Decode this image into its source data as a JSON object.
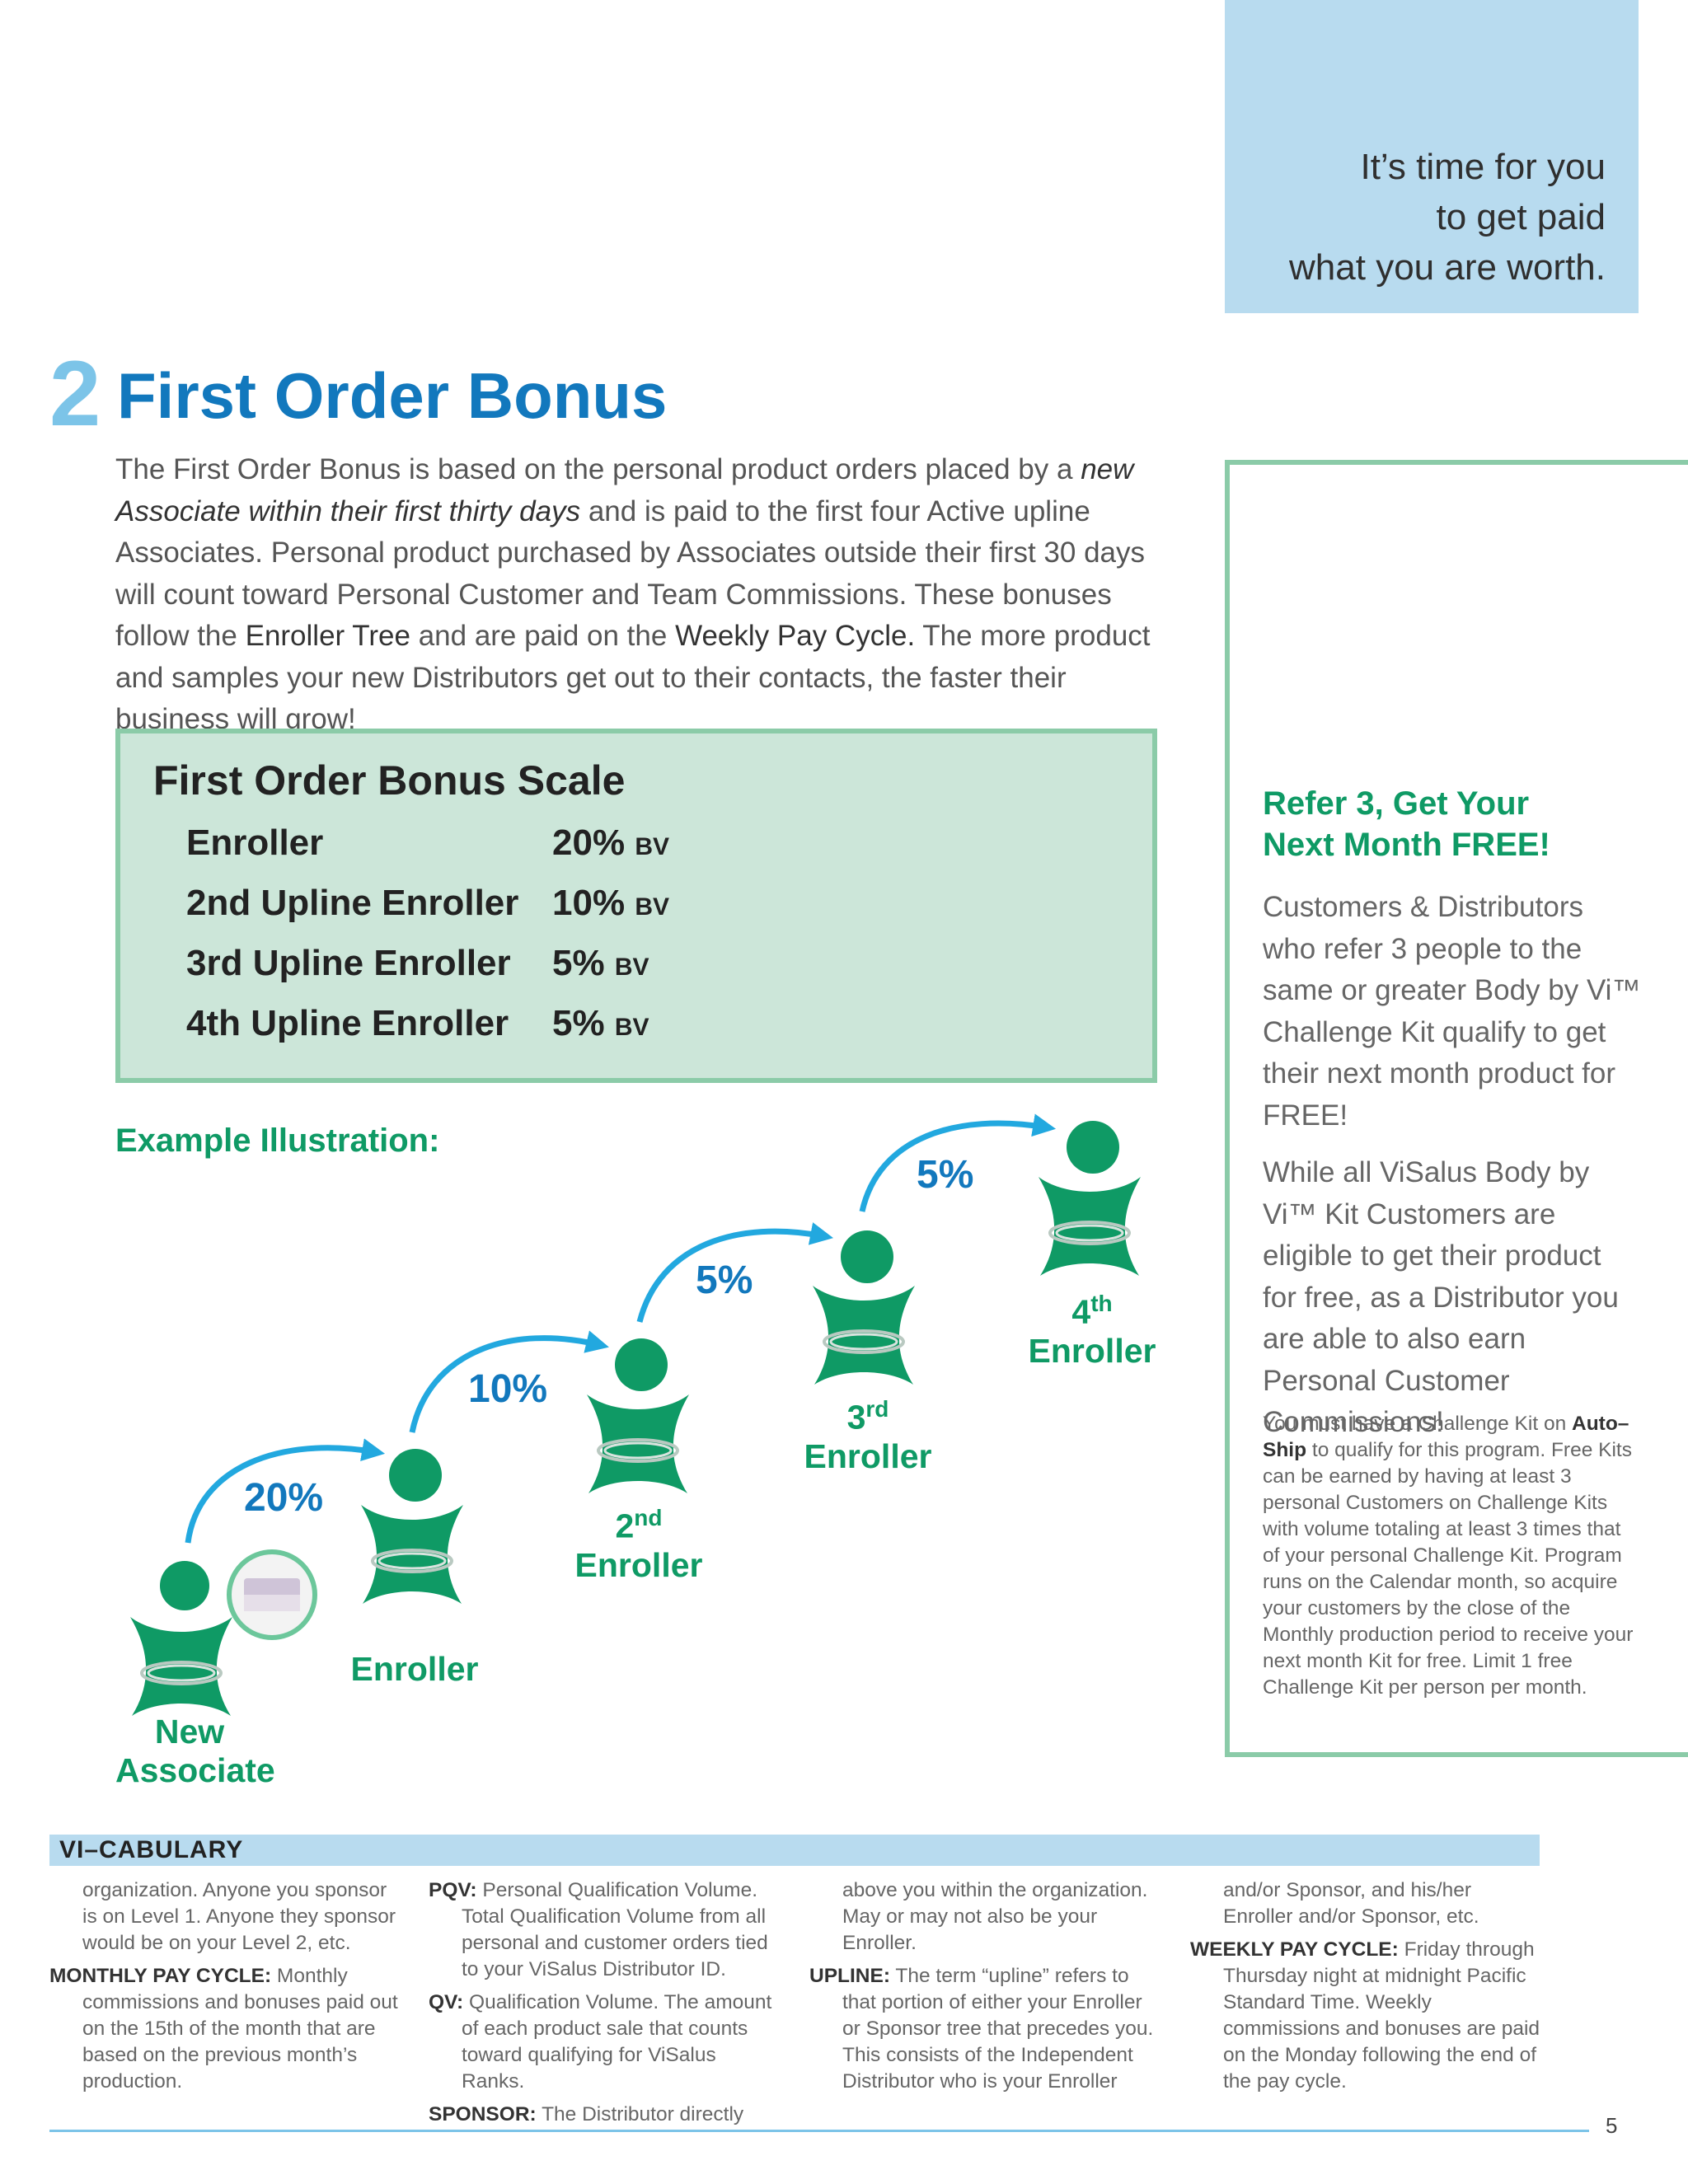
{
  "tagline": {
    "line1": "It’s time for you",
    "line2": "to get paid",
    "line3": "what you are worth."
  },
  "section": {
    "number": "2",
    "title": "First Order Bonus",
    "intro": {
      "t1": "The First Order Bonus is based on the personal product orders placed by a ",
      "t2": "new Associate within their first thirty days",
      "t3": " and is paid to the first four Active upline Associates. Personal product purchased by Associates outside their first 30 days will count toward Personal Customer and Team Commissions. These bonuses follow the ",
      "t4": "Enroller Tree",
      "t5": " and are paid on the ",
      "t6": "Weekly Pay Cycle.",
      "t7": " The more product and samples your new Distributors get out to their contacts, the faster their business will grow!"
    }
  },
  "scale": {
    "title": "First Order Bonus Scale",
    "unit": "BV",
    "rows": [
      {
        "label": "Enroller",
        "value": "20%"
      },
      {
        "label": "2nd Upline Enroller",
        "value": "10%"
      },
      {
        "label": "3rd Upline Enroller",
        "value": "5%"
      },
      {
        "label": "4th Upline Enroller",
        "value": "5%"
      }
    ]
  },
  "illustration": {
    "heading": "Example Illustration:",
    "percents": [
      "20%",
      "10%",
      "5%",
      "5%"
    ],
    "new_associate": {
      "line1": "New",
      "line2": "Associate"
    },
    "enroller": "Enroller",
    "second": {
      "num": "2",
      "sup": "nd",
      "word": "Enroller"
    },
    "third": {
      "num": "3",
      "sup": "rd",
      "word": "Enroller"
    },
    "fourth": {
      "num": "4",
      "sup": "th",
      "word": "Enroller"
    }
  },
  "refer": {
    "title_line1": "Refer 3, Get Your",
    "title_line2": "Next Month FREE!",
    "p1": "Customers & Distributors who refer 3 people to the same or greater Body by Vi™ Challenge Kit qualify to get their next month product for FREE!",
    "p2": "While all ViSalus Body by Vi™ Kit Customers are eligible to get their product for free, as a Distributor you are able to also earn Personal Customer Commissions!",
    "note_t1": "You must have a Challenge Kit on ",
    "note_bold": "Auto–Ship",
    "note_t2": " to qualify for this program. Free Kits can be earned by having at least 3 personal Customers on Challenge Kits with volume totaling at least 3 times that of your personal Challenge Kit. Program runs on the Calendar month, so acquire your customers by the close of the Monthly production period to receive your next month Kit for free. Limit 1 free Challenge Kit per person per month."
  },
  "vocab": {
    "title": "VI–CABULARY",
    "col1_cont": "organization. Anyone you sponsor is on Level 1. Anyone they sponsor would be on your Level 2, etc.",
    "monthly_term": "MONTHLY PAY CYCLE:",
    "monthly_def": "Monthly commissions and bonuses paid out on the 15th of the month that are based on the previous month’s production.",
    "pqv_term": "PQV:",
    "pqv_def": "Personal Qualification Volume. Total Qualification Volume from all personal and customer orders tied to your ViSalus Distributor ID.",
    "qv_term": "QV:",
    "qv_def": "Qualification Volume. The amount of each product sale that counts toward qualifying for ViSalus Ranks.",
    "sponsor_term": "SPONSOR:",
    "sponsor_def": "The Distributor directly",
    "col3_cont": "above you within the organization. May or may not also be your Enroller.",
    "upline_term": "UPLINE:",
    "upline_def": "The term “upline” refers to that portion of either your Enroller or Sponsor tree that precedes you. This consists of the Independent Distributor who is your Enroller",
    "col4_cont": "and/or Sponsor, and his/her Enroller and/or Sponsor, etc.",
    "weekly_term": "WEEKLY PAY CYCLE:",
    "weekly_def": "Friday through Thursday night at midnight Pacific Standard Time. Weekly commissions and bonuses are paid on the Monday following the end of the pay cycle."
  },
  "page_number": "5",
  "colors": {
    "green": "#0f9a65",
    "blue": "#1278bd",
    "light_blue": "#b8dbef",
    "purple": "#8e4fb0",
    "mint": "#cce6d9"
  }
}
